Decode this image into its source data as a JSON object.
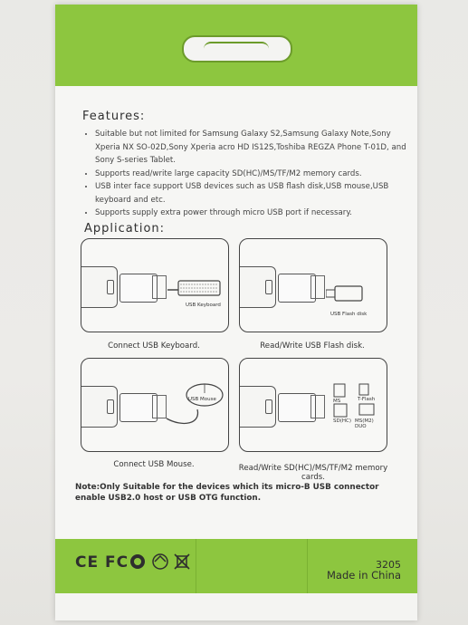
{
  "features": {
    "title": "Features:",
    "items": [
      "Suitable but not limited for Samsung Galaxy S2,Samsung Galaxy Note,Sony Xperia NX SO-02D,Sony Xperia acro HD IS12S,Toshiba REGZA Phone T-01D, and Sony S-series Tablet.",
      "Supports read/write large capacity SD(HC)/MS/TF/M2 memory cards.",
      "USB inter face support USB devices such as USB flash disk,USB mouse,USB keyboard and etc.",
      "Supports supply extra power through micro USB port if necessary."
    ]
  },
  "application": {
    "title": "Application:",
    "panels": [
      {
        "caption": "Connect USB Keyboard.",
        "device_label": "USB Keyboard"
      },
      {
        "caption": "Read/Write USB Flash disk.",
        "device_label": "USB Flash disk"
      },
      {
        "caption": "Connect USB Mouse.",
        "device_label": "USB Mouse"
      },
      {
        "caption": "Read/Write SD(HC)/MS/TF/M2 memory cards.",
        "device_label": "",
        "card_labels": [
          "MS",
          "T-Flash",
          "SD(HC)",
          "MS(M2) DUO"
        ]
      }
    ]
  },
  "note": "Note:Only Suitable for the devices which its  micro-B USB connector enable USB2.0 host or USB OTG function.",
  "footer": {
    "cert_marks": "CE FC",
    "model": "3205",
    "origin": "Made in China"
  },
  "colors": {
    "green": "#8dc63f",
    "box": "#f6f6f4"
  }
}
